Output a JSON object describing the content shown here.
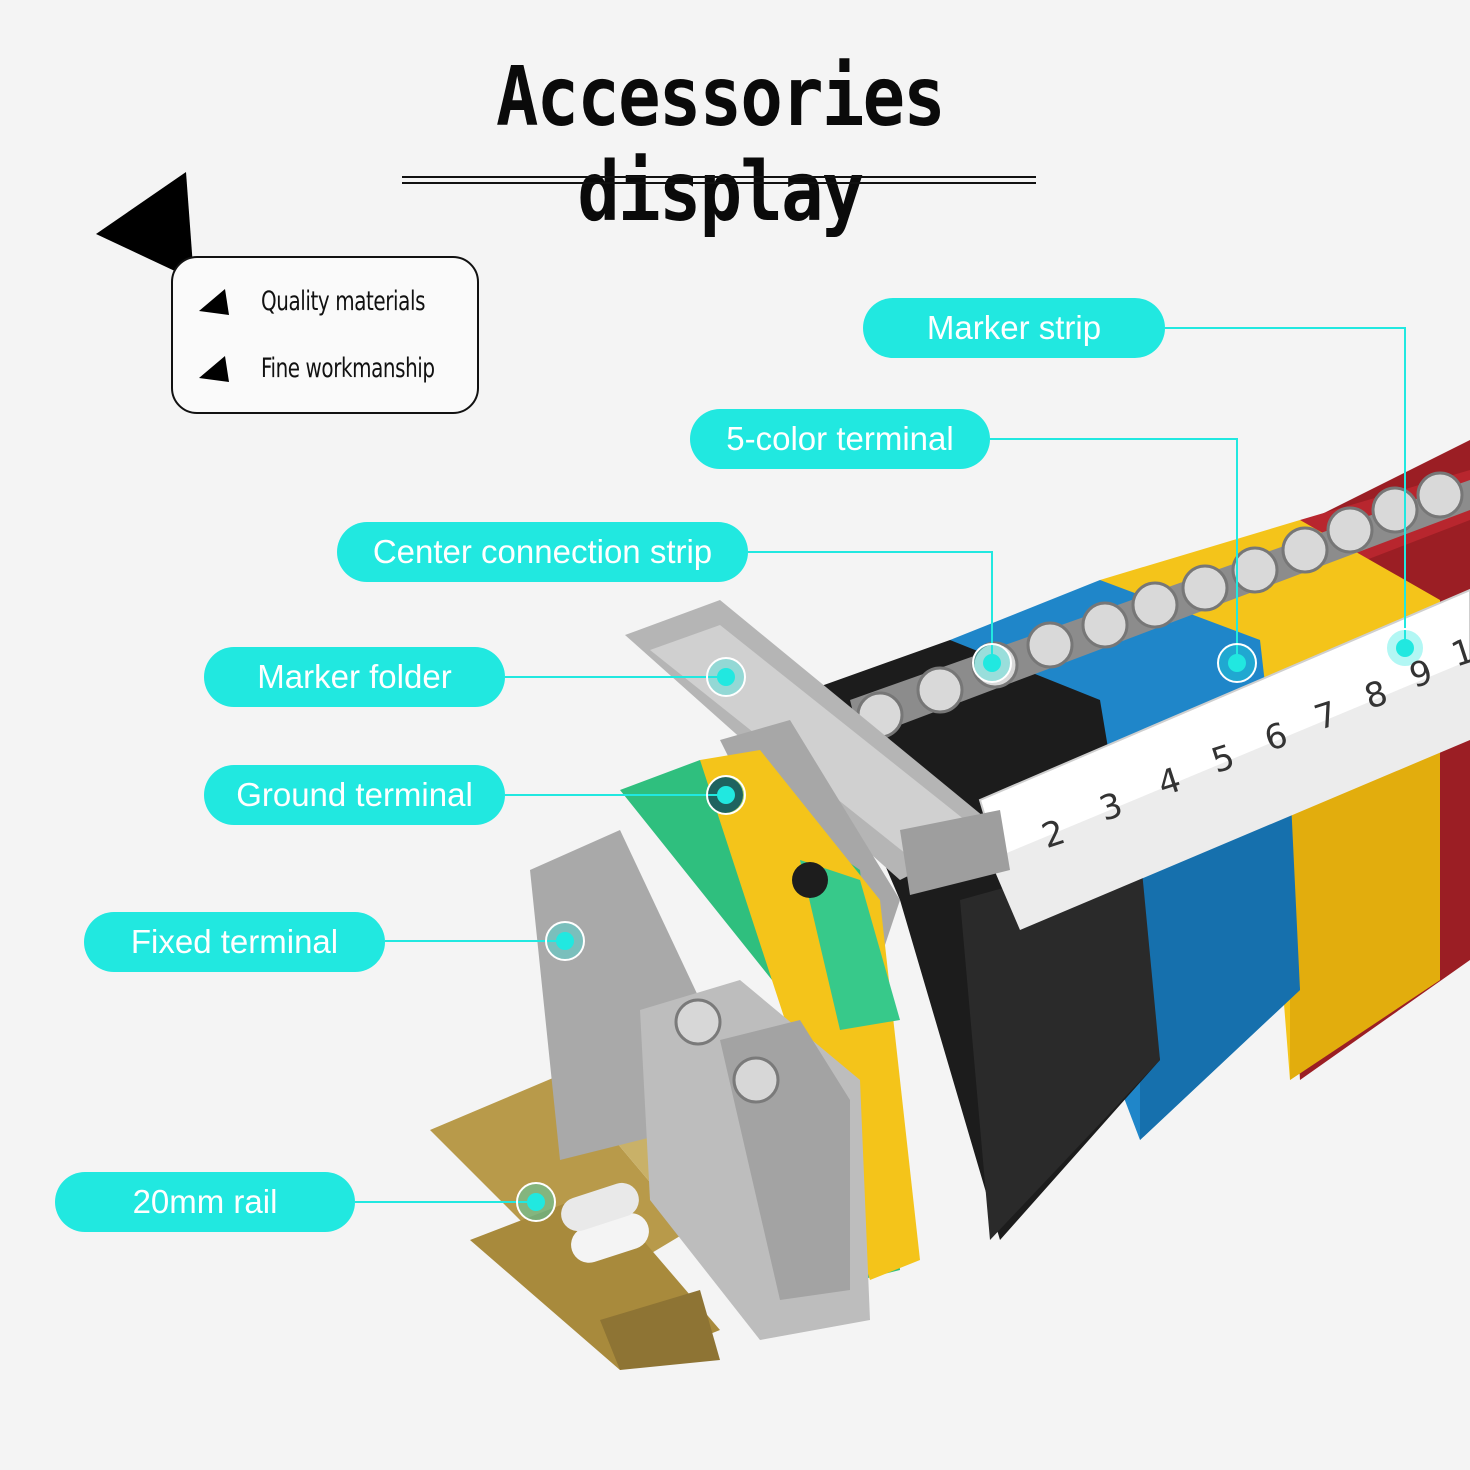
{
  "title": "Accessories display",
  "features": [
    {
      "text": "Quality materials"
    },
    {
      "text": "Fine workmanship"
    }
  ],
  "callouts": {
    "marker_strip": "Marker strip",
    "five_color_terminal": "5-color terminal",
    "center_connection_strip": "Center connection strip",
    "marker_folder": "Marker folder",
    "ground_terminal": "Ground terminal",
    "fixed_terminal": "Fixed terminal",
    "rail": "20mm rail"
  },
  "marker_numbers": [
    "2",
    "3",
    "4",
    "5",
    "6",
    "7",
    "8",
    "9",
    "1"
  ],
  "colors": {
    "accent": "#21e8e0",
    "title": "#0a0a0a",
    "background": "#f4f4f4",
    "black_terminal": "#1c1c1c",
    "blue_terminal": "#1f86c9",
    "yellow_terminal": "#f4c41a",
    "red_terminal": "#9b1e24",
    "green_terminal": "#2fbf7e",
    "gray_end_stop": "#a9a9a9",
    "marker_white": "#ffffff",
    "rail_metal": "#b89a4a"
  },
  "icons": {
    "corner": "triangle-pointer-icon",
    "bullet": "triangle-bullet-icon",
    "callout_dot": "target-dot-icon"
  }
}
